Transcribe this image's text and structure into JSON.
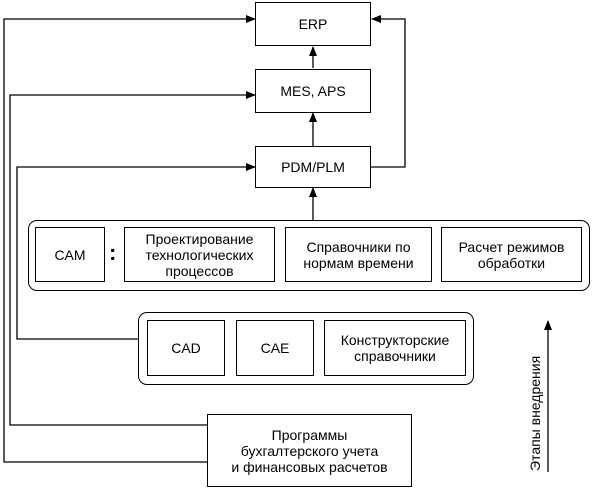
{
  "nodes": {
    "erp": "ERP",
    "mes_aps": "MES, APS",
    "pdm_plm": "PDM/PLM",
    "cam": "CAM",
    "cam_separator": ":",
    "tech_design": "Проектирование\nтехнологических\nпроцессов",
    "time_norms": "Справочники по\nнормам времени",
    "processing_modes": "Расчет режимов\nобработки",
    "cad": "CAD",
    "cae": "CAE",
    "design_refs": "Конструкторские\nсправочники",
    "accounting": "Программы\nбухгалтерского учета\nи финансовых расчетов"
  },
  "axis_label": "Этапы внедрения"
}
